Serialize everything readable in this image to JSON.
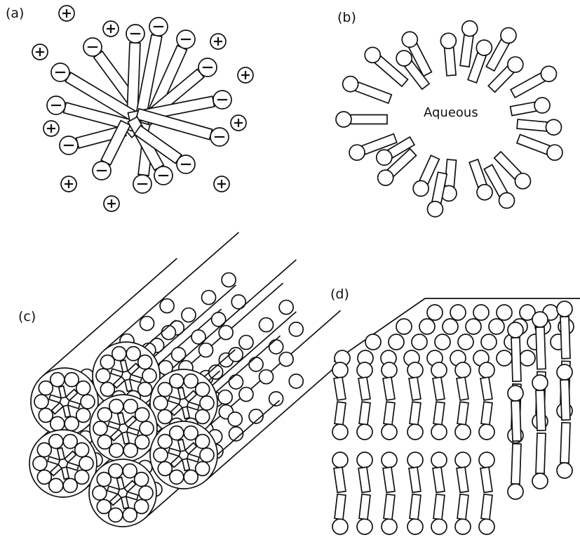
{
  "panels": {
    "a": {
      "label": "(a)"
    },
    "b": {
      "label": "(b)",
      "center_text": "Aqueous"
    },
    "c": {
      "label": "(c)"
    },
    "d": {
      "label": "(d)"
    }
  },
  "symbols": {
    "plus": "+",
    "minus": "−"
  },
  "colors": {
    "ink": "#111111",
    "paper": "#ffffff"
  }
}
